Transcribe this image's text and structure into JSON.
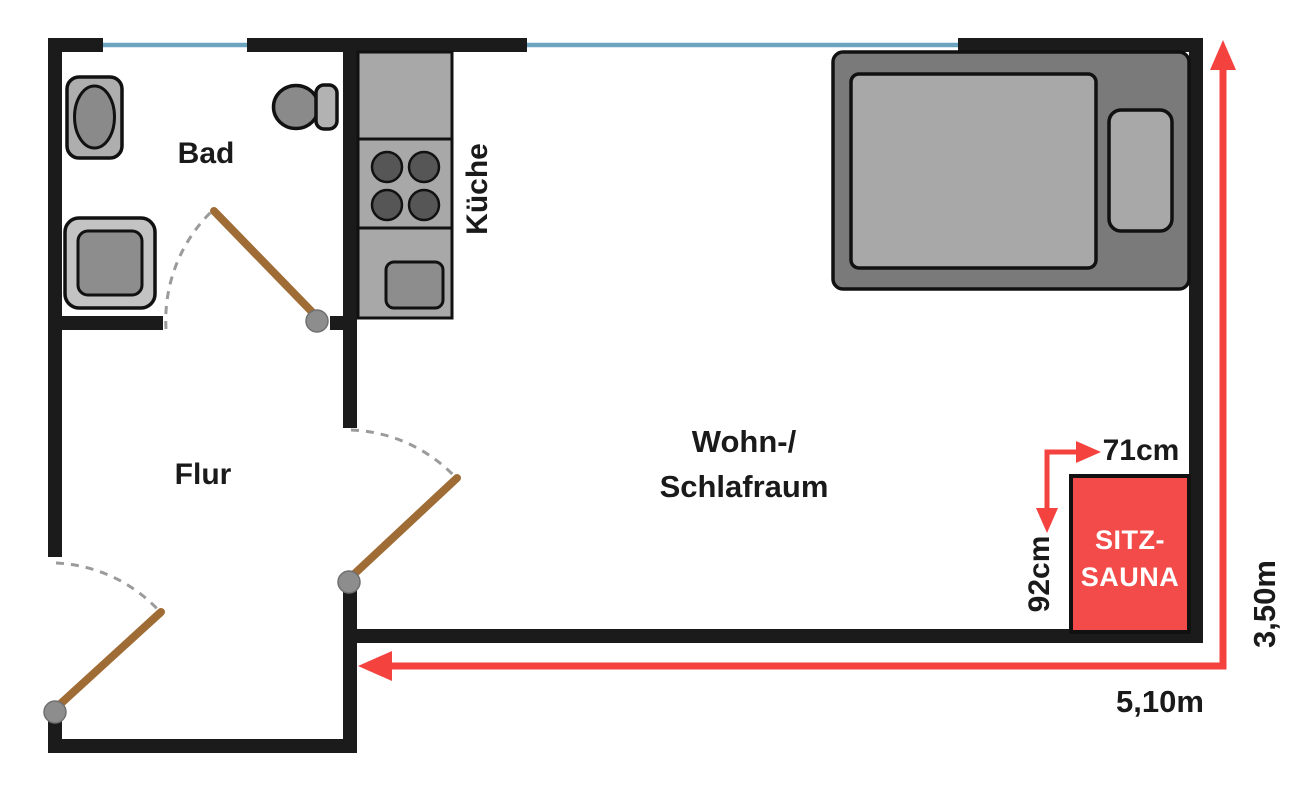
{
  "plan": {
    "rooms": {
      "bad": "Bad",
      "kueche": "Küche",
      "flur": "Flur",
      "wohnraum_line1": "Wohn-/",
      "wohnraum_line2": "Schlafraum"
    },
    "sauna": {
      "line1": "SITZ-",
      "line2": "SAUNA"
    },
    "dimensions": {
      "sauna_width": "71cm",
      "sauna_depth": "92cm",
      "room_depth": "3,50m",
      "room_width": "5,10m"
    },
    "colors": {
      "wall": "#1b1b1b",
      "window": "#6ba4bf",
      "door": "#a06c35",
      "accent_red": "#f4423f",
      "sauna_red": "#f24b4a",
      "text": "#1a1a1a",
      "sauna_text": "#ffffff"
    }
  }
}
